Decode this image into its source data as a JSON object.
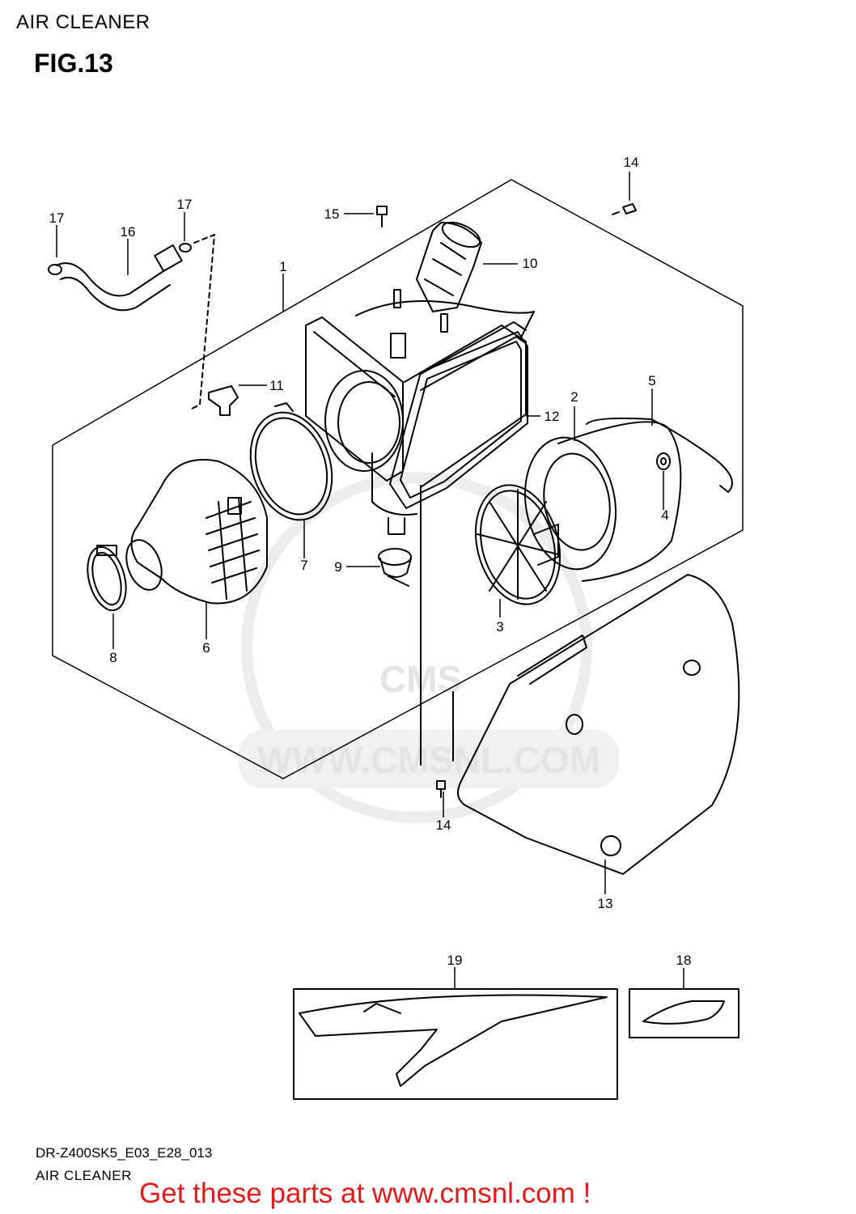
{
  "header": {
    "title": "AIR CLEANER",
    "figure": "FIG.13"
  },
  "callouts": {
    "p1": "1",
    "p2": "2",
    "p3": "3",
    "p4": "4",
    "p5": "5",
    "p6": "6",
    "p7": "7",
    "p8": "8",
    "p9": "9",
    "p10": "10",
    "p11": "11",
    "p12": "12",
    "p13": "13",
    "p14a": "14",
    "p14b": "14",
    "p15": "15",
    "p16": "16",
    "p17a": "17",
    "p17b": "17",
    "p18": "18",
    "p19": "19"
  },
  "watermark": {
    "text": "WWW.CMSNL.COM",
    "logo": "CMS"
  },
  "footer": {
    "model_code": "DR-Z400SK5_E03_E28_013",
    "section_title": "AIR CLEANER",
    "cta": "Get these parts at www.cmsnl.com !"
  },
  "colors": {
    "line": "#000000",
    "watermark": "#e4e4e4",
    "cta": "#e01b1b"
  }
}
